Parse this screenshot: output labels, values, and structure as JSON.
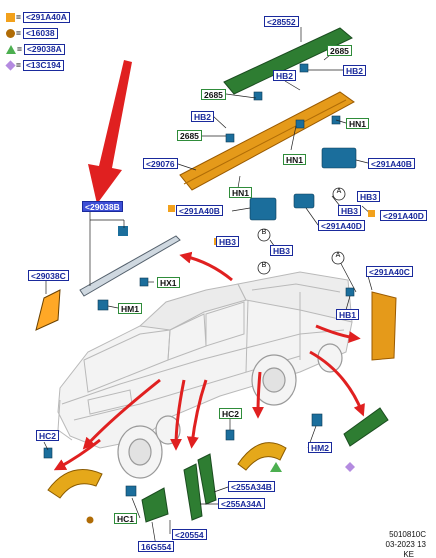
{
  "colors": {
    "blue_callout": "#1a2a9c",
    "green_callout": "#2f8c3a",
    "selected": "#3d4fd6",
    "red_arrow": "#e02020",
    "orange_part": "#e59a1a",
    "green_part": "#2e7d32",
    "connector_blue": "#1b6e9c"
  },
  "legend": [
    {
      "symbol": "orange-square",
      "eq": "=",
      "value": "<291A40A"
    },
    {
      "symbol": "brown-circle",
      "eq": "=",
      "value": "<16038"
    },
    {
      "symbol": "green-triangle",
      "eq": "=",
      "value": "<29038A"
    },
    {
      "symbol": "purple-diamond",
      "eq": "=",
      "value": "<13C194"
    }
  ],
  "labels": {
    "l28552": "<28552",
    "l2685a": "2685",
    "lHB2a": "HB2",
    "l2685b": "2685",
    "lHB2b": "HB2",
    "lHN1a": "HN1",
    "l2685c": "2685",
    "lHN1b": "HN1",
    "l29076": "<29076",
    "l291A40B": "<291A40B",
    "lHN1c": "HN1",
    "lHB3a": "HB3",
    "lHB3b": "HB3",
    "l291A40D": "<291A40D",
    "l29038B": "<29038B",
    "l291A40B2": "<291A40B",
    "l291A40D2": "<291A40D",
    "lHB3c": "HB3",
    "lHB3d": "HB3",
    "l29038C": "<29038C",
    "lHX1": "HX1",
    "lHM1": "HM1",
    "l291A40C": "<291A40C",
    "lHB1": "HB1",
    "lHC2a": "HC2",
    "lHC2b": "HC2",
    "lHM2": "HM2",
    "l255A34B": "<255A34B",
    "l255A34A": "<255A34A",
    "lHC1": "HC1",
    "l20554": "<20554",
    "l16G554": "16G554"
  },
  "view_markers": {
    "a1": "A",
    "b1": "B",
    "b2": "B",
    "a2": "A"
  },
  "footer": {
    "code": "5010810C",
    "date": "03-2023 13",
    "suffix": "KE"
  }
}
